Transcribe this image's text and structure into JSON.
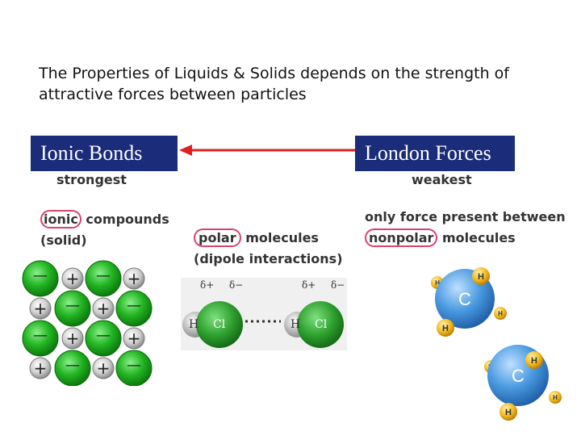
{
  "slide": {
    "heading": "The Properties of Liquids & Solids depends on the strength of attractive forces between particles"
  },
  "ionic": {
    "box_label": "Ionic Bonds",
    "strength": "strongest",
    "word_highlight": "ionic",
    "word_rest": "compounds",
    "line2": "(solid)"
  },
  "polar": {
    "word_highlight": "polar",
    "word_rest": "molecules",
    "line2": "(dipole interactions)"
  },
  "london": {
    "box_label": "London Forces",
    "strength": "weakest",
    "line1": "only force present between",
    "word_highlight": "nonpolar",
    "word_rest": "molecules"
  },
  "hcl": {
    "delta_plus": "δ+",
    "delta_minus": "δ−",
    "h_label": "H",
    "cl_label": "Cl"
  },
  "methane": {
    "c_label": "C",
    "h_label": "H"
  },
  "lattice": {
    "plus": "+",
    "minus": "—"
  },
  "colors": {
    "navy": "#1b2d7a",
    "arrow": "#e02020",
    "highlight": "#d9436b"
  }
}
